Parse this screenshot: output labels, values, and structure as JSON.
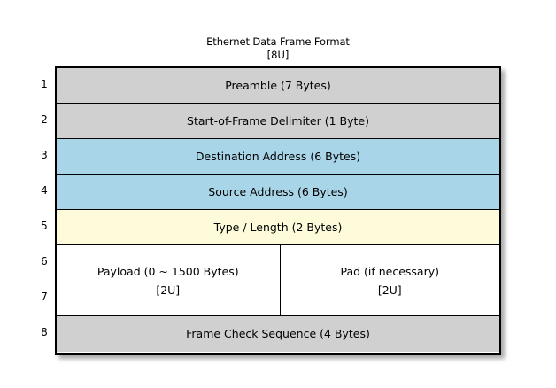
{
  "title": {
    "main": "Ethernet Data Frame Format",
    "sub": "[8U]"
  },
  "row_numbers": [
    "1",
    "2",
    "3",
    "4",
    "5",
    "6",
    "7",
    "8"
  ],
  "colors": {
    "gray": "#d0d0d0",
    "blue": "#a9d5e8",
    "yellow": "#fdfbda",
    "white": "#ffffff",
    "border": "#000000",
    "background": "#ffffff"
  },
  "fields": [
    {
      "num": "1",
      "label": "Preamble (7 Bytes)",
      "fill": "gray"
    },
    {
      "num": "2",
      "label": "Start-of-Frame Delimiter (1 Byte)",
      "fill": "gray"
    },
    {
      "num": "3",
      "label": "Destination Address (6 Bytes)",
      "fill": "blue"
    },
    {
      "num": "4",
      "label": "Source Address (6 Bytes)",
      "fill": "blue"
    },
    {
      "num": "5",
      "label": "Type / Length (2 Bytes)",
      "fill": "yellow"
    },
    {
      "num": "6-7",
      "fill": "white",
      "split": [
        {
          "label": "Payload (0 ~ 1500 Bytes)",
          "sub": "[2U]"
        },
        {
          "label": "Pad (if necessary)",
          "sub": "[2U]"
        }
      ]
    },
    {
      "num": "8",
      "label": "Frame Check Sequence (4 Bytes)",
      "fill": "gray"
    }
  ]
}
